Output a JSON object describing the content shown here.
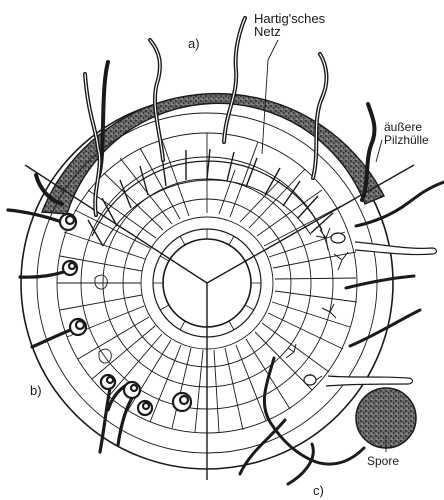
{
  "labels": {
    "hartig_line1": "Hartig'sches",
    "hartig_line2": "Netz",
    "aussere_line1": "äußere",
    "aussere_line2": "Pilzhülle",
    "sector_a": "a)",
    "sector_b": "b)",
    "sector_c": "c)",
    "spore": "Spore"
  },
  "colors": {
    "ink": "#1a1a1a",
    "background": "#ffffff",
    "stipple": "#2b2b2b"
  }
}
